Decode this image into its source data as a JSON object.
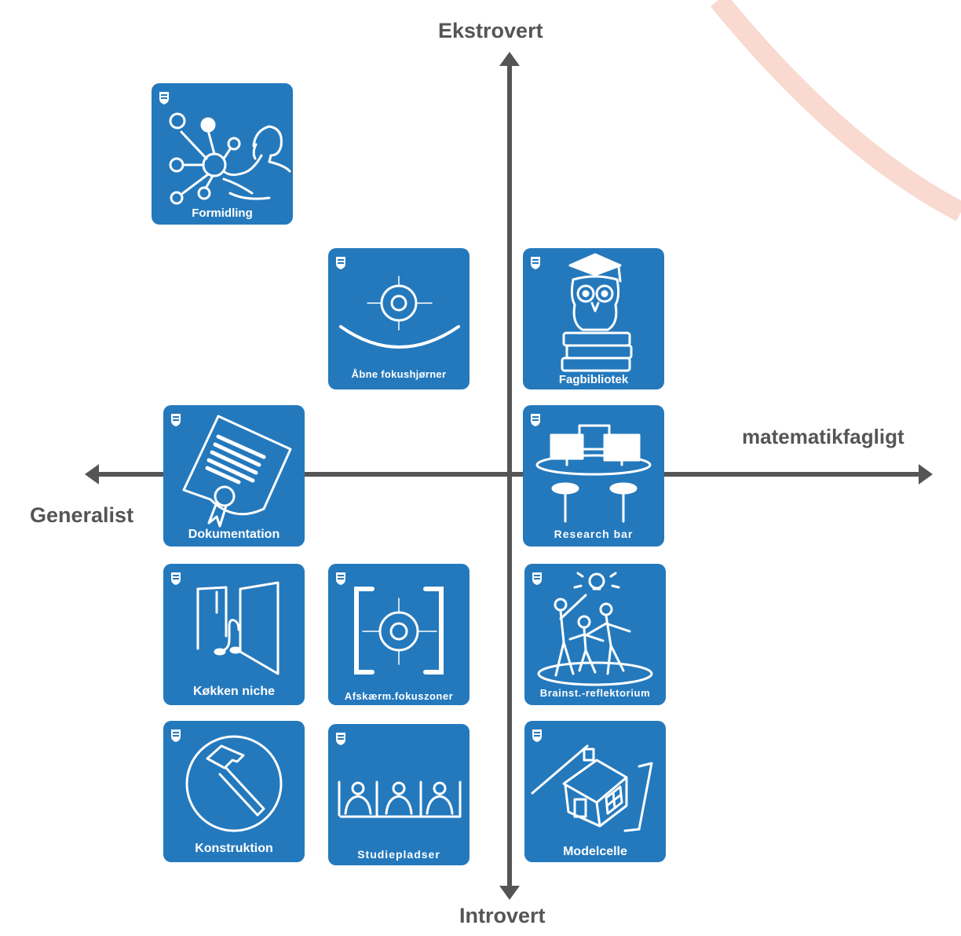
{
  "axes": {
    "top": "Ekstrovert",
    "bottom": "Introvert",
    "left": "Generalist",
    "right": "matematikfagligt"
  },
  "colors": {
    "tile": "#2479bd",
    "axis": "#555555",
    "arc": "#f9d9d0"
  },
  "tiles": [
    {
      "label": "Formidling",
      "icon": "network-person-icon"
    },
    {
      "label": "Åbne fokushjørner",
      "icon": "open-focus-target-icon"
    },
    {
      "label": "Fagbibliotek",
      "icon": "owl-books-icon"
    },
    {
      "label": "Dokumentation",
      "icon": "certificate-icon"
    },
    {
      "label": "Research bar",
      "icon": "computers-table-icon"
    },
    {
      "label": "Køkken niche",
      "icon": "kitchen-door-icon"
    },
    {
      "label": "Afskærm.fokuszoner",
      "icon": "framed-target-icon"
    },
    {
      "label": "Brainst.-reflektorium",
      "icon": "brainstorm-group-icon"
    },
    {
      "label": "Konstruktion",
      "icon": "hammer-icon"
    },
    {
      "label": "Studiepladser",
      "icon": "study-desks-icon"
    },
    {
      "label": "Modelcelle",
      "icon": "house-model-icon"
    }
  ]
}
